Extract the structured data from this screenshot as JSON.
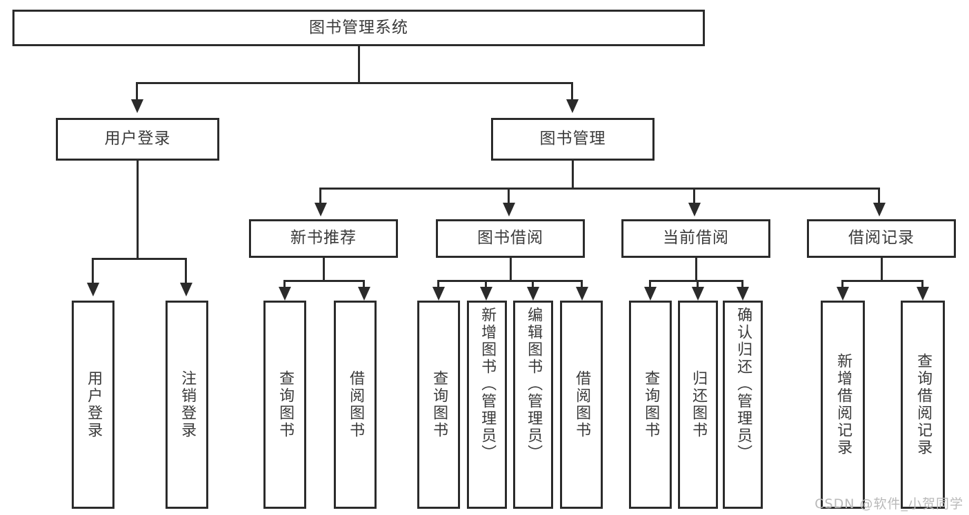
{
  "diagram": {
    "type": "tree",
    "title": "图书管理系统",
    "root": {
      "label": "图书管理系统"
    },
    "level2": [
      {
        "label": "用户登录"
      },
      {
        "label": "图书管理"
      }
    ],
    "level3": [
      {
        "label": "新书推荐"
      },
      {
        "label": "图书借阅"
      },
      {
        "label": "当前借阅"
      },
      {
        "label": "借阅记录"
      }
    ],
    "leaves": {
      "user_login": [
        {
          "label": "用户登录"
        },
        {
          "label": "注销登录"
        }
      ],
      "new_book_recommend": [
        {
          "label": "查询图书"
        },
        {
          "label": "借阅图书"
        }
      ],
      "book_borrow": [
        {
          "label": "查询图书"
        },
        {
          "label": "新增图书（管理员）"
        },
        {
          "label": "编辑图书（管理员）"
        },
        {
          "label": "借阅图书"
        }
      ],
      "current_borrow": [
        {
          "label": "查询图书"
        },
        {
          "label": "归还图书"
        },
        {
          "label": "确认归还（管理员）"
        }
      ],
      "borrow_record": [
        {
          "label": "新增借阅记录"
        },
        {
          "label": "查询借阅记录"
        }
      ]
    }
  },
  "watermark": {
    "text": "CSDN @软件_小贺同学"
  },
  "colors": {
    "border": "#2b2b2b",
    "text": "#3a3a3a",
    "background": "#ffffff",
    "watermark": "#b9b9b9"
  }
}
